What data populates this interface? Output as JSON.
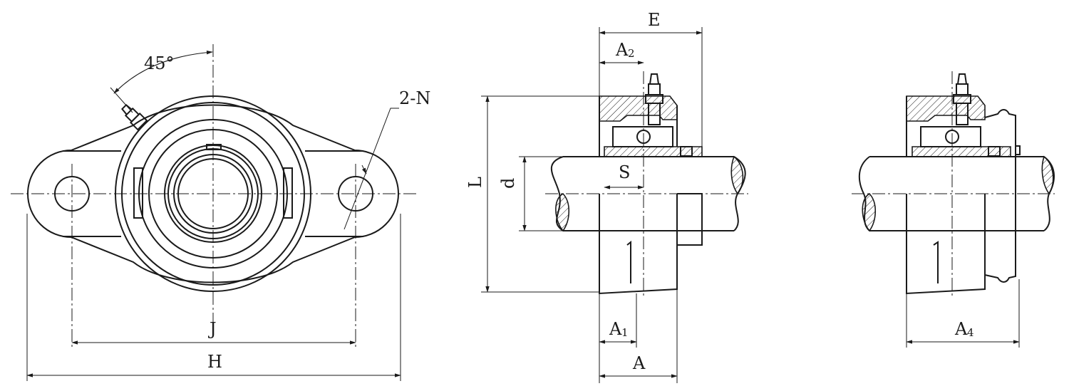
{
  "labels": {
    "angle": "45°",
    "holes": "2-N",
    "J": "J",
    "H": "H",
    "E": "E",
    "A2_main": "A",
    "A2_sub": "2",
    "S": "S",
    "L": "L",
    "d": "d",
    "A1_main": "A",
    "A1_sub": "1",
    "A": "A",
    "A4_main": "A",
    "A4_sub": "4"
  }
}
